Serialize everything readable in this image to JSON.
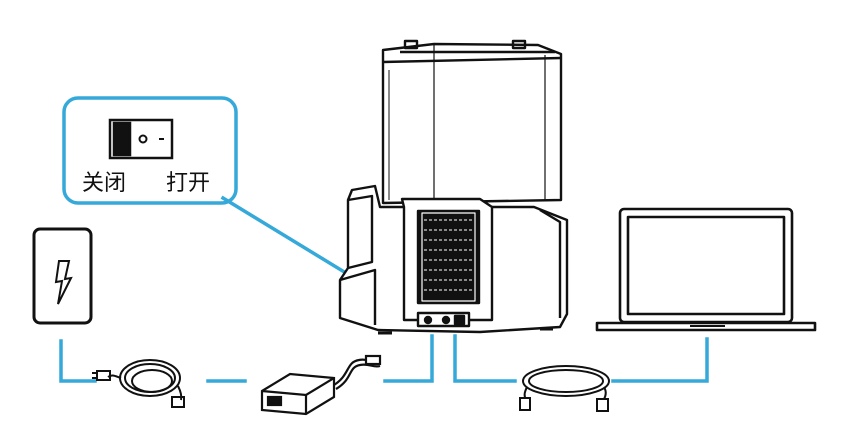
{
  "diagram": {
    "switch_off_label": "关闭",
    "switch_on_label": "打开",
    "switch_on_mark": "-",
    "switch_off_mark": "o",
    "colors": {
      "accent": "#35a9d9",
      "line": "#111111",
      "background": "#ffffff"
    },
    "icons": [
      "power-outlet-icon",
      "power-cord-icon",
      "power-adapter-icon",
      "printer-icon",
      "usb-cable-icon",
      "laptop-icon",
      "rocker-switch-icon"
    ]
  }
}
